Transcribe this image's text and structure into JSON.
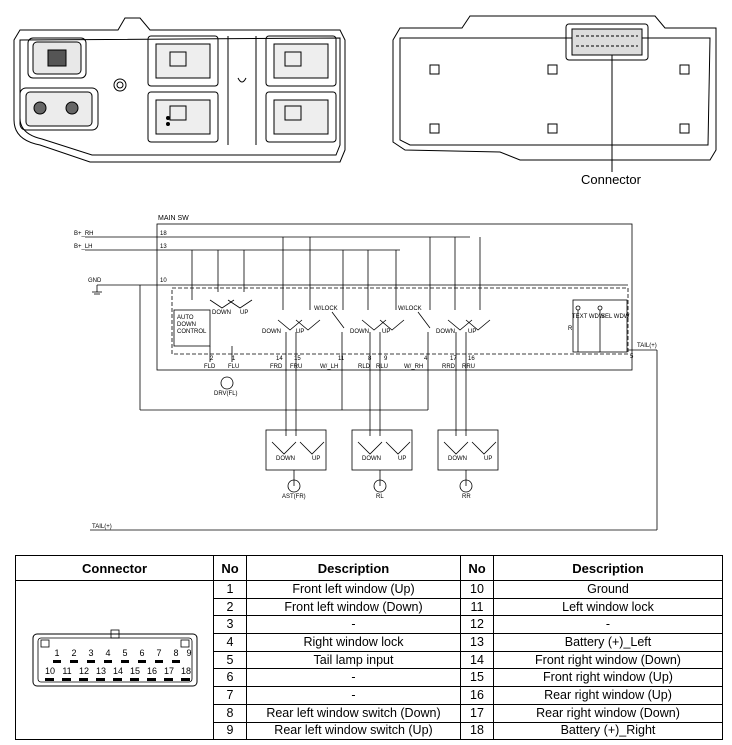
{
  "callout": {
    "connector": "Connector"
  },
  "schematic": {
    "main_sw": "MAIN SW",
    "inputs": [
      {
        "label": "B+_RH",
        "pin": "18"
      },
      {
        "label": "B+_LH",
        "pin": "13"
      },
      {
        "label": "GND",
        "pin": "10"
      }
    ],
    "switch_labels": {
      "down": "DOWN",
      "up": "UP",
      "wlock": "W/LOCK"
    },
    "auto_control": [
      "AUTO",
      "DOWN",
      "CONTROL"
    ],
    "pins_bottom": [
      {
        "num": "2",
        "name": "FLD"
      },
      {
        "num": "1",
        "name": "FLU"
      },
      {
        "num": "14",
        "name": "FRD"
      },
      {
        "num": "15",
        "name": "FRU"
      },
      {
        "num": "11",
        "name": "W/_LH"
      },
      {
        "num": "8",
        "name": "RLD"
      },
      {
        "num": "9",
        "name": "RLU"
      },
      {
        "num": "4",
        "name": "W/_RH"
      },
      {
        "num": "17",
        "name": "RRD"
      },
      {
        "num": "16",
        "name": "RRU"
      }
    ],
    "motors": [
      "DRV(FL)",
      "AST(FR)",
      "RL",
      "RR"
    ],
    "illum": [
      "TEXT WDW",
      "SEL WDW"
    ],
    "illum_r": "R",
    "tail": "TAIL(+)",
    "tail_pin": "5"
  },
  "table": {
    "headers": [
      "Connector",
      "No",
      "Description",
      "No",
      "Description"
    ],
    "rows": [
      [
        "1",
        "Front left window (Up)",
        "10",
        "Ground"
      ],
      [
        "2",
        "Front left window (Down)",
        "11",
        "Left window lock"
      ],
      [
        "3",
        "-",
        "12",
        "-"
      ],
      [
        "4",
        "Right window lock",
        "13",
        "Battery (+)_Left"
      ],
      [
        "5",
        "Tail lamp input",
        "14",
        "Front right window (Down)"
      ],
      [
        "6",
        "-",
        "15",
        "Front right window (Up)"
      ],
      [
        "7",
        "-",
        "16",
        "Rear right window (Up)"
      ],
      [
        "8",
        "Rear left window switch (Down)",
        "17",
        "Rear right window (Down)"
      ],
      [
        "9",
        "Rear left window switch (Up)",
        "18",
        "Battery (+)_Right"
      ]
    ],
    "connector_pins_top": [
      "1",
      "2",
      "3",
      "4",
      "5",
      "6",
      "7",
      "8",
      "9"
    ],
    "connector_pins_bottom": [
      "10",
      "11",
      "12",
      "13",
      "14",
      "15",
      "16",
      "17",
      "18"
    ]
  }
}
